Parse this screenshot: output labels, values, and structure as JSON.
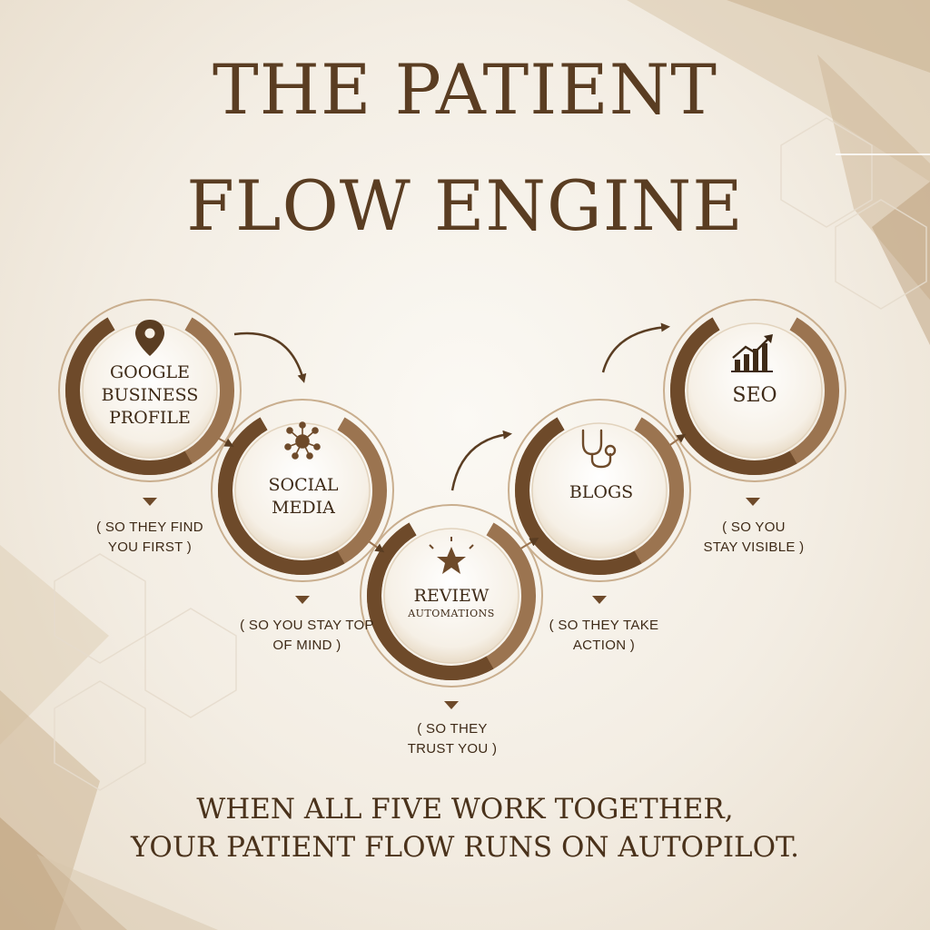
{
  "title": {
    "line1": "THE PATIENT",
    "line2": "FLOW ENGINE"
  },
  "colors": {
    "ring_dark": "#6e4a2a",
    "ring_mid": "#9b7450",
    "ring_light": "#c9ae8e",
    "text": "#3e2a17",
    "accent": "#5a3d22"
  },
  "steps": [
    {
      "label_lines": [
        "GOOGLE",
        "BUSINESS",
        "PROFILE"
      ],
      "sub": "",
      "icon": "location-pin-icon",
      "caption_lines": [
        "( SO THEY FIND",
        "YOU FIRST )"
      ]
    },
    {
      "label_lines": [
        "SOCIAL",
        "MEDIA"
      ],
      "sub": "",
      "icon": "network-icon",
      "caption_lines": [
        "( SO YOU STAY TOP",
        "OF MIND )"
      ]
    },
    {
      "label_lines": [
        "REVIEW"
      ],
      "sub": "AUTOMATIONS",
      "icon": "star-icon",
      "caption_lines": [
        "( SO THEY",
        "TRUST YOU )"
      ]
    },
    {
      "label_lines": [
        "BLOGS"
      ],
      "sub": "",
      "icon": "stethoscope-icon",
      "caption_lines": [
        "( SO THEY TAKE",
        "ACTION )"
      ]
    },
    {
      "label_lines": [
        "SEO"
      ],
      "sub": "",
      "icon": "growth-chart-icon",
      "caption_lines": [
        "( SO YOU",
        "STAY VISIBLE )"
      ]
    }
  ],
  "footer": {
    "line1": "WHEN ALL FIVE WORK TOGETHER,",
    "line2": "YOUR PATIENT FLOW RUNS ON AUTOPILOT."
  }
}
